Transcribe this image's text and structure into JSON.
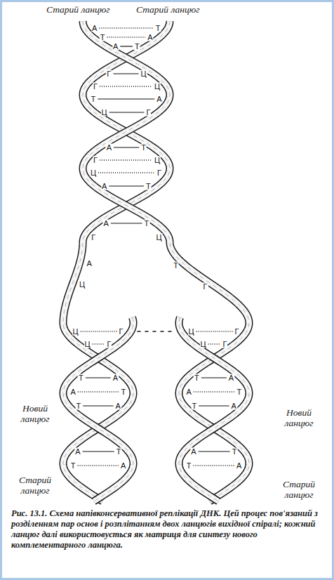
{
  "diagram": {
    "caption": "Рис. 13.1. Схема напівконсервативної реплікації ДНК. Цей процес пов'язаний з розділенням пар основ і розплітанням двох ланцюгів вихідної спіралі; кожний ланцюг далі використовується як матриця для синтезу нового комплементарного ланцюга.",
    "labels": [
      "Старий ланцюг",
      "Старий ланцюг",
      "Новий ланцюг",
      "Новий ланцюг",
      "Старий ланцюг",
      "Старий ланцюг",
      "А",
      "Т",
      "Т",
      "А",
      "А",
      "Т",
      "Г",
      "Ц",
      "Г",
      "Ц",
      "Т",
      "А",
      "Ц",
      "Г",
      "А",
      "Т",
      "Г",
      "Ц",
      "Ц",
      "Г",
      "А",
      "Т",
      "А",
      "Т",
      "Г",
      "Ц",
      "А",
      "Т",
      "Ц",
      "Г",
      "Ц",
      "Г",
      "Ц",
      "Г",
      "Ц",
      "Г",
      "Ц",
      "Г",
      "Т",
      "А",
      "Т",
      "А",
      "А",
      "Т",
      "А",
      "Т",
      "Т",
      "А",
      "Т",
      "А",
      "А",
      "Т",
      "А",
      "Т",
      "Т",
      "А",
      "Т",
      "А"
    ]
  }
}
